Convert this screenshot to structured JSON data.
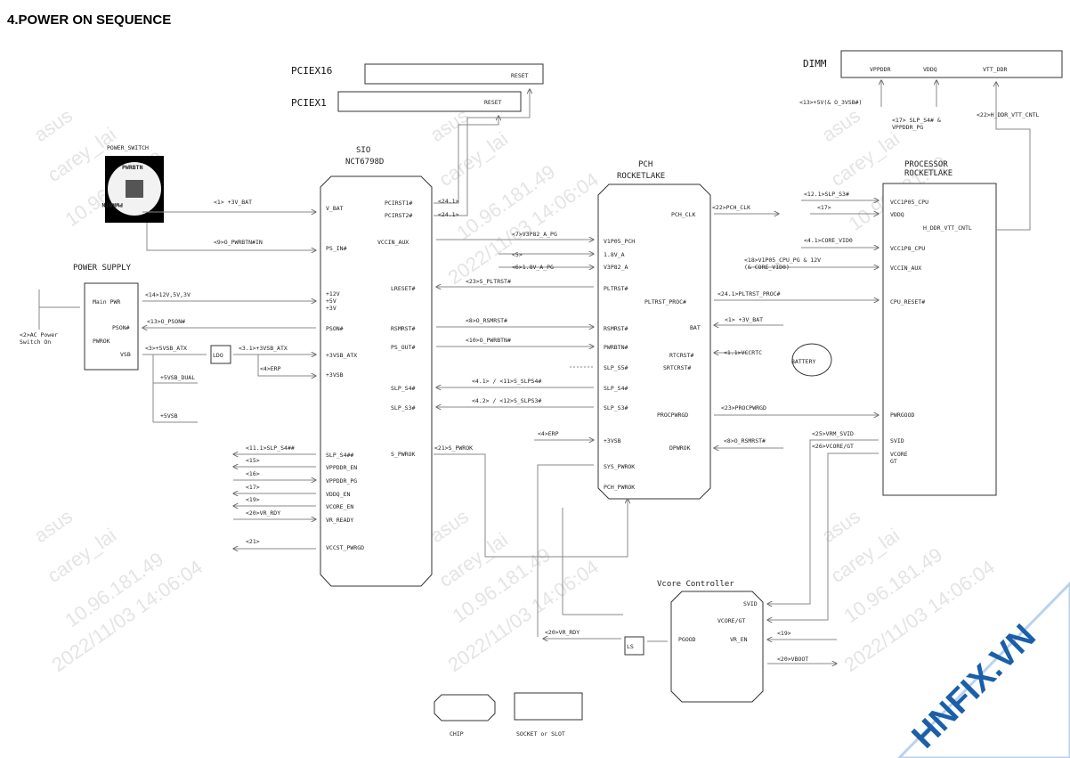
{
  "title": "4.POWER ON SEQUENCE",
  "watermark": {
    "a": "asus",
    "b": "carey_lai",
    "c": "10.96.181.49",
    "d": "2022/11/03 14:06:04",
    "brand": "HNFIX.VN"
  },
  "blocks": {
    "pciex16": {
      "name": "PCIEX16",
      "pin": "RESET"
    },
    "pciex1": {
      "name": "PCIEX1",
      "pin": "RESET"
    },
    "dimm": {
      "name": "DIMM",
      "pins": [
        "VPPDDR",
        "VDDQ",
        "VTT_DDR"
      ]
    },
    "power_switch": {
      "name": "POWER_SWITCH",
      "cap_top": "PWRBTN",
      "cap_bottom": "PWRBTN"
    },
    "power_supply": {
      "name": "POWER SUPPLY",
      "pins": [
        "Main PWR",
        "PSON#",
        "PWROK",
        "VSB"
      ]
    },
    "ldo": "LDO",
    "sio": {
      "name": "SIO",
      "part": "NCT6798D",
      "left_pins": [
        "V_BAT",
        "PS_IN#",
        "+12V",
        "+5V",
        "+3V",
        "PSON#",
        "+3VSB_ATX",
        "+3VSB",
        "SLP_S4##",
        "VPPDDR_EN",
        "VPPDDR_PG",
        "VDDQ_EN",
        "VCORE_EN",
        "VR_READY",
        "VCCST_PWRGD"
      ],
      "right_pins": [
        "PCIRST1#",
        "PCIRST2#",
        "VCCIN_AUX",
        "LRESET#",
        "RSMRST#",
        "PS_OUT#",
        "SLP_S4#",
        "SLP_S3#",
        "S_PWROK"
      ]
    },
    "pch": {
      "name": "PCH",
      "part": "ROCKETLAKE",
      "left_pins": [
        "V1P05_PCH",
        "1.8V_A",
        "V3P82_A",
        "PLTRST#",
        "RSMRST#",
        "PWRBTN#",
        "SLP_S5#",
        "SLP_S4#",
        "SLP_S3#",
        "+3VSB",
        "SYS_PWROK",
        "PCH_PWROK"
      ],
      "right_pins": [
        "PCH_CLK",
        "PLTRST_PROC#",
        "BAT",
        "RTCRST#",
        "SRTCRST#",
        "PROCPWRGD",
        "DPWROK"
      ]
    },
    "processor": {
      "name": "PROCESSOR",
      "part": "ROCKETLAKE",
      "pins": [
        "VCC1P05_CPU",
        "VDDQ",
        "H_DDR_VTT_CNTL",
        "VCC1P8_CPU",
        "VCCIN_AUX",
        "CPU_RESET#",
        "PWRGOOD",
        "SVID",
        "VCORE",
        "GT"
      ]
    },
    "battery": "BATTERY",
    "ls": "LS",
    "vcore": {
      "name": "Vcore Controller",
      "pins": [
        "SVID",
        "VCORE/GT",
        "VR_EN",
        "PGOOD"
      ]
    }
  },
  "signals": {
    "s1": "<1> +3V_BAT",
    "s9": "<9>O_PWRBTN#IN",
    "s14": "<14>12V,5V,3V",
    "s13": "<13>O_PSON#",
    "ac": "<2>AC Power",
    "ac2": "Switch On",
    "s3": "<3>+5VSB_ATX",
    "s31": "<3.1>+3VSB_ATX",
    "s4a": "<4>ERP",
    "v5dual": "+5VSB_DUAL",
    "v5sb": "+5VSB",
    "s111": "<11.1>SLP_S4##",
    "s15": "<15>",
    "s16": "<16>",
    "s17": "<17>",
    "s19": "<19>",
    "s20": "<20>VR_RDY",
    "s21": "<21>",
    "s241": "<24.1>",
    "s242": "<24.1>",
    "s7": "<7>V3P82_A_PG",
    "s5": "<5>",
    "s6": "<6>1.8V_A_PG",
    "s23": "<23>S_PLTRST#",
    "s8": "<8>O_RSMRST#",
    "s10": "<10>O_PWRBTN#",
    "s41": "<4.1> / <11>S_SLPS4#",
    "s42": "<4.2> / <12>S_SLPS3#",
    "s21b": "<21>S_PWROK",
    "s4b": "<4>ERP",
    "s22": "<22>PCH_CLK",
    "s2413": "<24.1>PLTRST_PROC#",
    "s1bat": "<1> +3V_BAT",
    "s11vcc": "<1.1>VCCRTC",
    "s23b": "<23>PROCPWRGD",
    "s8b": "<8>O_RSMRST#",
    "s121": "<12.1>SLP_S3#",
    "s17b": "<17>",
    "s41b": "<4.1>CORE_VID0",
    "s18": "<18>V1P05_CPU_PG & 12V",
    "s18b": "(& CORE_VID0)",
    "s25": "<25>VRM_SVID",
    "s26": "<26>VCORE/GT",
    "s13b": "<13>+5V(& O_3VSB#)",
    "s17c": "<17> SLP_S4# &",
    "s17d": "VPPDDR_PG",
    "s22b": "<22>H_DDR_VTT_CNTL",
    "s20b": "<20>VR_RDY",
    "s19b": "<19>",
    "s20c": "<20>VBOOT"
  },
  "legend": {
    "chip": "CHIP",
    "socket": "SOCKET or SLOT"
  }
}
